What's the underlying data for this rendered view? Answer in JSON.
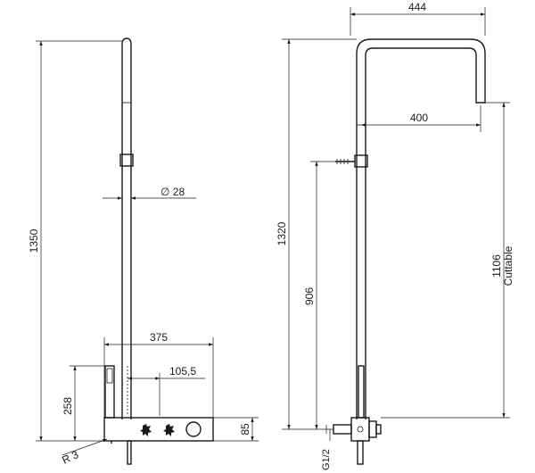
{
  "front_view": {
    "dims": {
      "height_total": "1350",
      "diameter": "∅ 28",
      "width_total": "375",
      "offset": "105,5",
      "hand_shower_height": "258",
      "radius": "R 3",
      "mixer_height": "85"
    }
  },
  "side_view": {
    "dims": {
      "arm_width": "444",
      "arm_reach": "400",
      "height_total": "1320",
      "bracket_height": "906",
      "cuttable_length": "1106",
      "cuttable_note": "Cuttable",
      "connection": "G1/2"
    }
  }
}
